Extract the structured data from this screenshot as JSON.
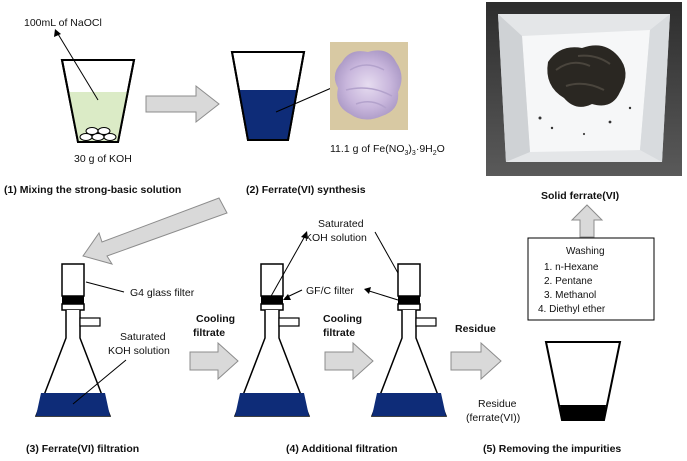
{
  "labels": {
    "naocl": "100mL of NaOCl",
    "koh": "30 g of KOH",
    "fe_prefix": "11.1 g of Fe(NO",
    "fe_sub3": "3",
    "fe_close": ")",
    "fe_sub3b": "3",
    "fe_suffix": "·9H",
    "fe_sub2": "2",
    "fe_o": "O",
    "sat_koh_1_line1": "Saturated",
    "sat_koh_1_line2": "KOH solution",
    "sat_koh_2_line1": "Saturated",
    "sat_koh_2_line2": "KOH solution",
    "g4_filter": "G4 glass filter",
    "gfc_filter": "GF/C filter",
    "cooling1_line1": "Cooling",
    "cooling1_line2": "filtrate",
    "cooling2_line1": "Cooling",
    "cooling2_line2": "filtrate",
    "residue_arrow": "Residue",
    "residue_line1": "Residue",
    "residue_line2": "(ferrate(VI))",
    "solid_ferrate": "Solid ferrate(VI)"
  },
  "washing": {
    "title": "Washing",
    "items": [
      "1.   n-Hexane",
      "2.   Pentane",
      "3.   Methanol",
      "4.   Diethyl ether"
    ]
  },
  "steps": {
    "s1": "(1) Mixing the strong-basic solution",
    "s2": "(2) Ferrate(VI) synthesis",
    "s3": "(3) Ferrate(VI) filtration",
    "s4": "(4) Additional filtration",
    "s5": "(5) Removing the impurities"
  },
  "colors": {
    "green_solution": "#dbebc6",
    "ferrate_blue": "#0e2c78",
    "arrow_fill": "#d9d9d9",
    "arrow_stroke": "#8c8c8c",
    "photo_bg": "#3a3a3a",
    "powder": "#c9b8d8"
  }
}
